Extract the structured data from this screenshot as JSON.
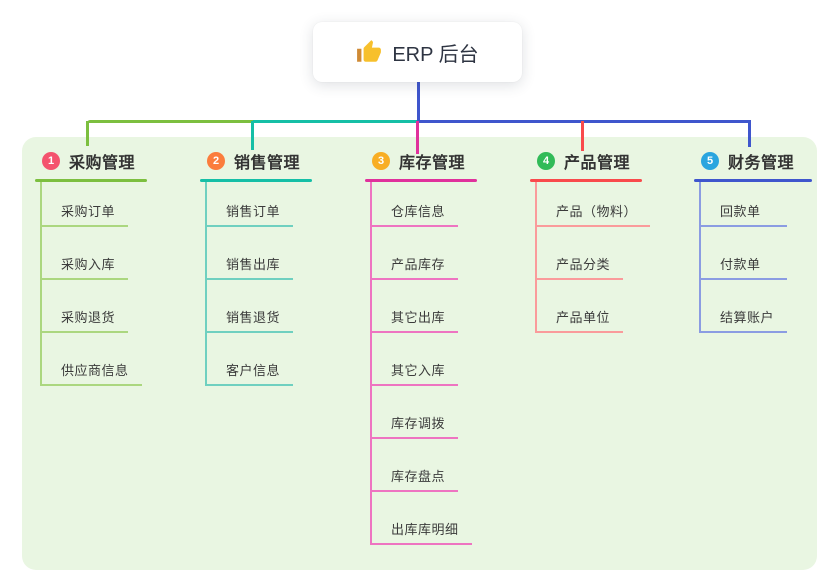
{
  "root": {
    "label": "ERP 后台",
    "icon": "thumbs-up-icon"
  },
  "palette": {
    "green": "#7cbf3f",
    "teal": "#15bfa6",
    "magenta": "#e0319c",
    "red": "#f94a4c",
    "blue": "#3f56cd",
    "panel": "#e9f6e2"
  },
  "branches": [
    {
      "index": "1",
      "label": "采购管理",
      "badge_color": "#f4536e",
      "line_color": "#7cbf3f",
      "child_line_color": "#abd77f",
      "children": [
        "采购订单",
        "采购入库",
        "采购退货",
        "供应商信息"
      ]
    },
    {
      "index": "2",
      "label": "销售管理",
      "badge_color": "#fb7d3d",
      "line_color": "#15bfa6",
      "child_line_color": "#6fd0c0",
      "children": [
        "销售订单",
        "销售出库",
        "销售退货",
        "客户信息"
      ]
    },
    {
      "index": "3",
      "label": "库存管理",
      "badge_color": "#f8ae24",
      "line_color": "#e0319c",
      "child_line_color": "#ee74c1",
      "children": [
        "仓库信息",
        "产品库存",
        "其它出库",
        "其它入库",
        "库存调拨",
        "库存盘点",
        "出库库明细"
      ]
    },
    {
      "index": "4",
      "label": "产品管理",
      "badge_color": "#31bb58",
      "line_color": "#f94a4c",
      "child_line_color": "#fa9b9b",
      "children": [
        "产品（物料）",
        "产品分类",
        "产品单位"
      ]
    },
    {
      "index": "5",
      "label": "财务管理",
      "badge_color": "#2aa5df",
      "line_color": "#3f56cd",
      "child_line_color": "#8b9ce2",
      "children": [
        "回款单",
        "付款单",
        "结算账户"
      ]
    }
  ]
}
